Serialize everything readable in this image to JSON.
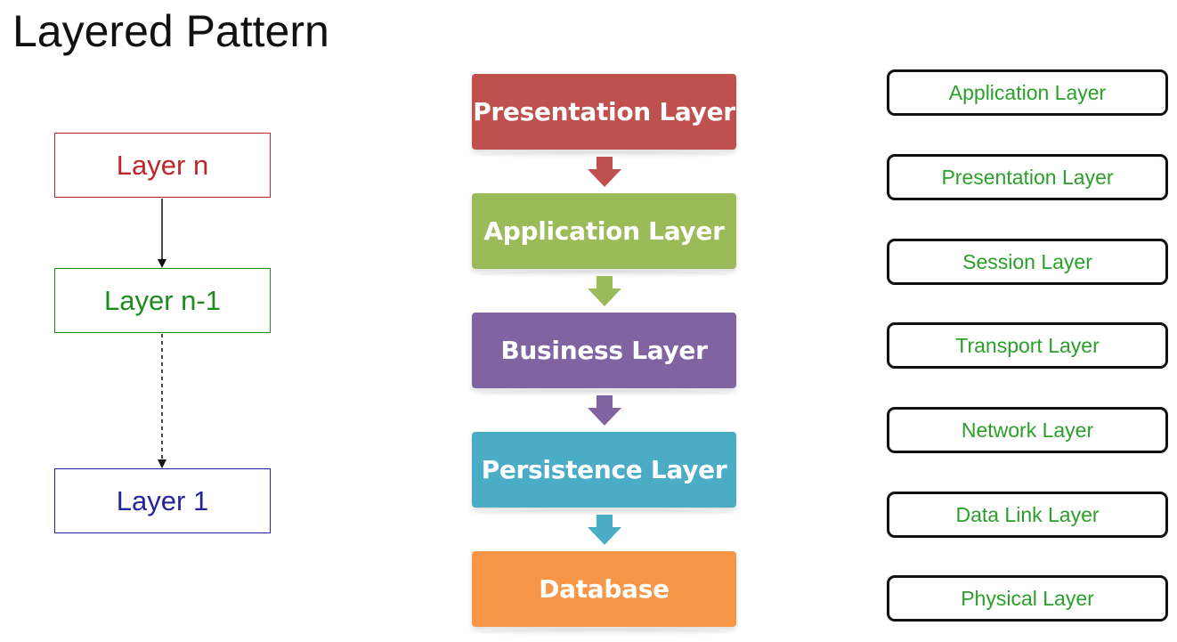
{
  "title": "Layered Pattern",
  "generic_diagram": {
    "layers": [
      {
        "label": "Layer n",
        "color": "#c0242b"
      },
      {
        "label": "Layer n-1",
        "color": "#1e8b1e"
      },
      {
        "label": "Layer 1",
        "color": "#24249c"
      }
    ]
  },
  "app_stack": {
    "layers": [
      {
        "label": "Presentation Layer",
        "color": "#c0504d"
      },
      {
        "label": "Application Layer",
        "color": "#9bbb59"
      },
      {
        "label": "Business Layer",
        "color": "#8064a2"
      },
      {
        "label": "Persistence Layer",
        "color": "#4bacc6"
      },
      {
        "label": "Database",
        "color": "#f79646"
      }
    ]
  },
  "osi_stack": {
    "text_color": "#2aa02a",
    "layers": [
      {
        "label": "Application Layer"
      },
      {
        "label": "Presentation Layer"
      },
      {
        "label": "Session Layer"
      },
      {
        "label": "Transport Layer"
      },
      {
        "label": "Network Layer"
      },
      {
        "label": "Data Link Layer"
      },
      {
        "label": "Physical Layer"
      }
    ]
  }
}
